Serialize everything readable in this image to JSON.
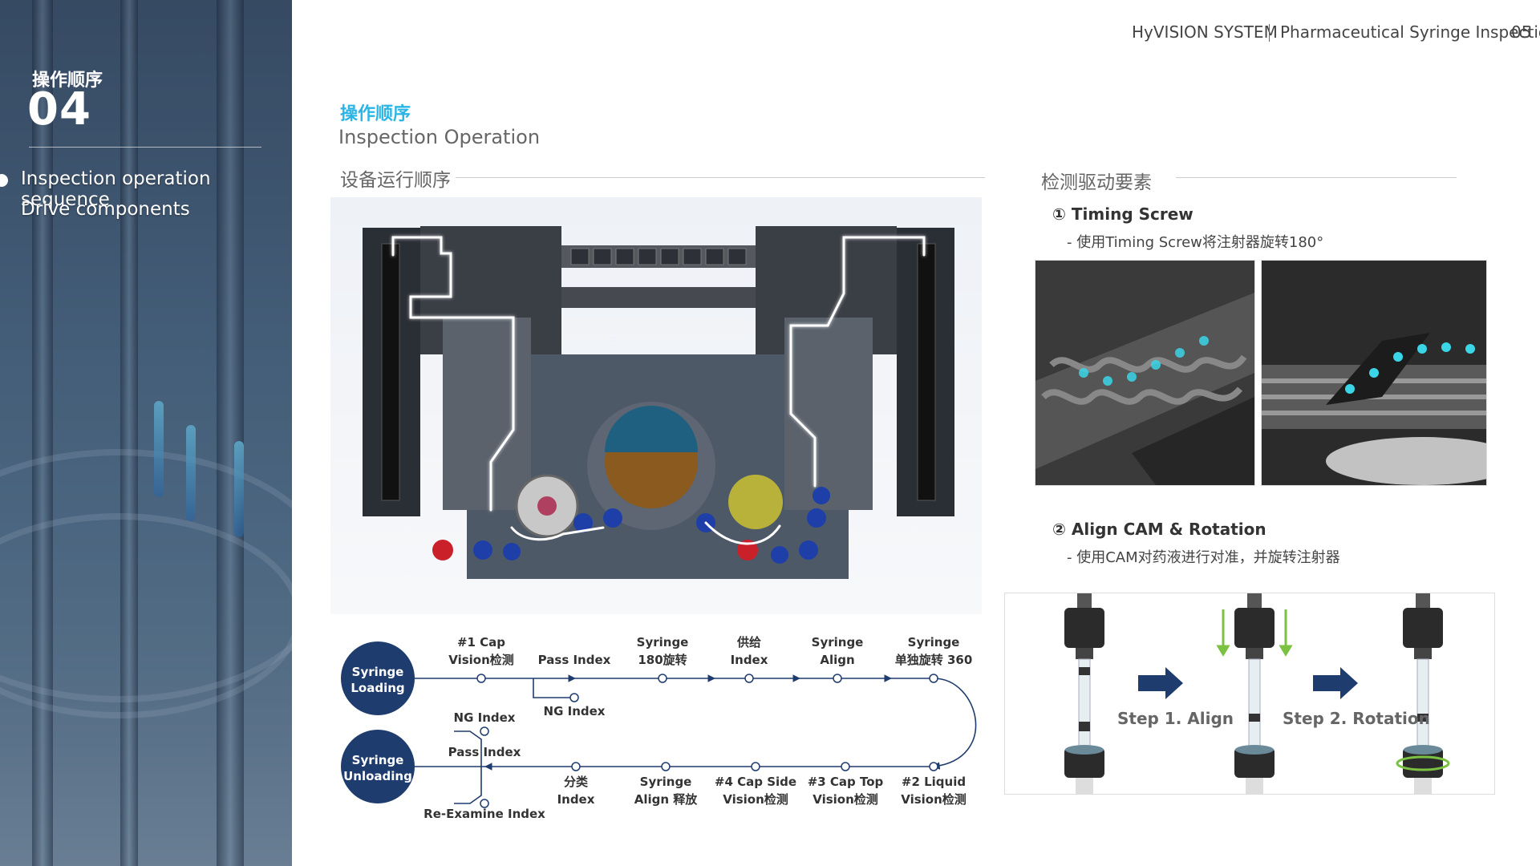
{
  "header": {
    "brand": "HyVISION SYSTEM",
    "doc_title": "Pharmaceutical Syringe Inspection",
    "page_no": "05"
  },
  "sidebar": {
    "kicker": "操作顺序",
    "number": "04",
    "items": [
      {
        "label": "Inspection operation sequence",
        "active": true
      },
      {
        "label": "Drive components",
        "active": false
      }
    ]
  },
  "main": {
    "kicker": "操作顺序",
    "title": "Inspection Operation",
    "section": "设备运行顺序"
  },
  "flow": {
    "start": {
      "line1": "Syringe",
      "line2": "Loading"
    },
    "end": {
      "line1": "Syringe",
      "line2": "Unloading"
    },
    "top": [
      {
        "line1": "#1 Cap",
        "line2": "Vision检测"
      },
      {
        "line1": "",
        "line2": "Pass Index"
      },
      {
        "line1": "Syringe",
        "line2": "180旋转"
      },
      {
        "line1": "供给",
        "line2": "Index"
      },
      {
        "line1": "Syringe",
        "line2": "Align"
      },
      {
        "line1": "Syringe",
        "line2": "单独旋转 360"
      }
    ],
    "ng_index_top": "NG Index",
    "bottom": [
      {
        "line1": "#2 Liquid",
        "line2": "Vision检测"
      },
      {
        "line1": "#3 Cap Top",
        "line2": "Vision检测"
      },
      {
        "line1": "#4 Cap Side",
        "line2": "Vision检测"
      },
      {
        "line1": "Syringe",
        "line2": "Align 释放"
      },
      {
        "line1": "分类",
        "line2": "Index"
      }
    ],
    "unload": {
      "ng": "NG Index",
      "pass": "Pass Index",
      "reexamine": "Re-Examine Index"
    },
    "colors": {
      "node": "#1f3c6e",
      "line": "#1f3c6e"
    }
  },
  "right": {
    "section": "检测驱动要素",
    "feature1": {
      "num": "①",
      "title": "Timing Screw",
      "desc": "- 使用Timing Screw将注射器旋转180°"
    },
    "feature2": {
      "num": "②",
      "title": "Align CAM & Rotation",
      "desc": "- 使用CAM对药液进行对准，并旋转注射器"
    },
    "steps": [
      {
        "label": "Step 1. Align"
      },
      {
        "label": "Step 2. Rotation"
      }
    ]
  },
  "colors": {
    "accent": "#2ab5e6",
    "navy": "#1f3c6e",
    "arrow": "#1f3c6e",
    "green_arrow": "#7cc242"
  }
}
